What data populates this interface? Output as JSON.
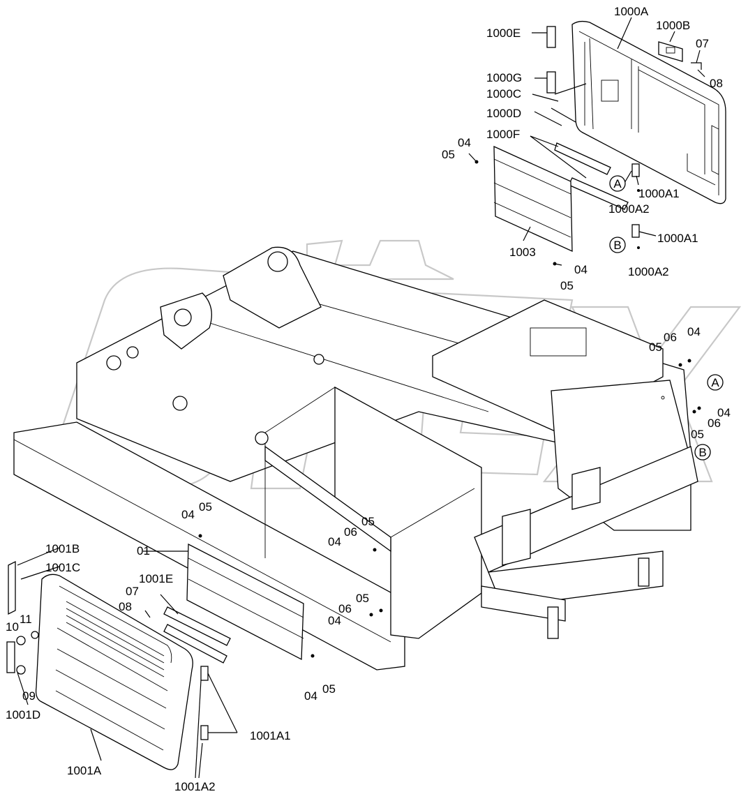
{
  "title": "",
  "labels": {
    "l1000A": "1000A",
    "l1000B": "1000B",
    "l1000E": "1000E",
    "l07a": "07",
    "l08a": "08",
    "l1000G": "1000G",
    "l1000C": "1000C",
    "l1000D": "1000D",
    "l1000F": "1000F",
    "l04a": "04",
    "l05a": "05",
    "l1000A1a": "1000A1",
    "l1000A2a": "1000A2",
    "l1000A1b": "1000A1",
    "l1000A2b": "1000A2",
    "l1003": "1003",
    "l04b": "04",
    "l05b": "05",
    "l05c": "05",
    "l06c": "06",
    "l04c": "04",
    "l04d": "04",
    "l06d": "06",
    "l05d": "05",
    "l04e": "04",
    "l05e": "05",
    "l01": "01",
    "l06f": "06",
    "l05f": "05",
    "l04f": "04",
    "l06g": "06",
    "l05g": "05",
    "l04g": "04",
    "l1001B": "1001B",
    "l1001C": "1001C",
    "l1001E": "1001E",
    "l07b": "07",
    "l08b": "08",
    "l10": "10",
    "l11": "11",
    "l09": "09",
    "l1001D": "1001D",
    "l1001A": "1001A",
    "l1001A1": "1001A1",
    "l1001A2": "1001A2",
    "l04h": "04",
    "l05h": "05"
  },
  "callouts": {
    "a1": "A",
    "b1": "B",
    "a2": "A",
    "b2": "B"
  },
  "watermark": "OPEX"
}
